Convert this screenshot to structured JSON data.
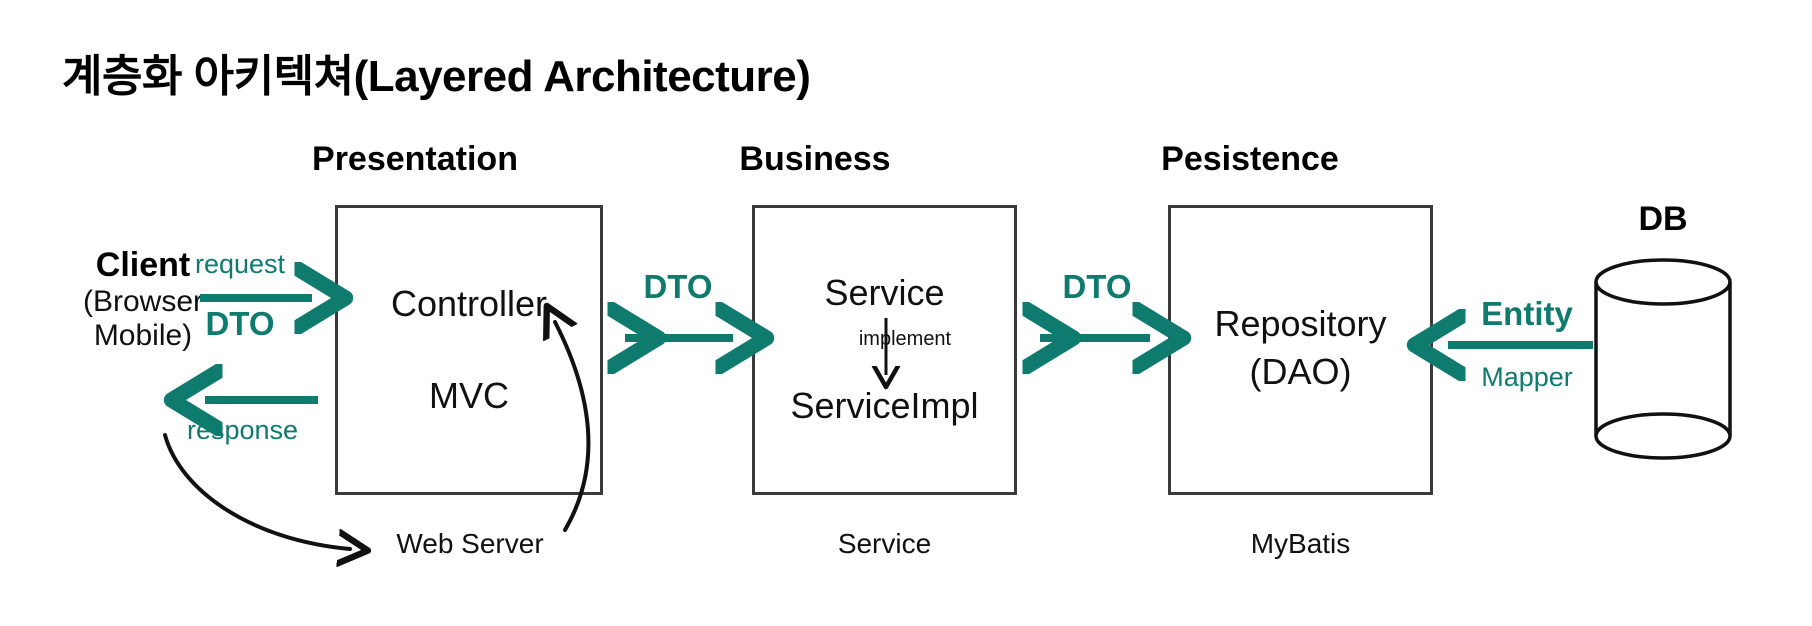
{
  "page": {
    "title": "계층화 아키텍쳐(Layered Architecture)",
    "background_color": "#ffffff",
    "accent_color": "#0f7a6e",
    "stroke_color": "#3a3a3a",
    "text_color": "#111111"
  },
  "client": {
    "name": "Client",
    "sub_line1": "(Browser",
    "sub_line2": "Mobile)"
  },
  "flows": {
    "request": "request",
    "client_dto": "DTO",
    "response": "response",
    "pres_business_dto": "DTO",
    "business_persist_dto": "DTO",
    "entity": "Entity",
    "mapper": "Mapper"
  },
  "layers": [
    {
      "id": "presentation",
      "header": "Presentation",
      "lines": [
        "Controller",
        "MVC"
      ],
      "caption": "Web Server"
    },
    {
      "id": "business",
      "header": "Business",
      "lines": [
        "Service",
        "ServiceImpl"
      ],
      "relation": "implement",
      "caption": "Service"
    },
    {
      "id": "persistence",
      "header": "Pesistence",
      "lines": [
        "Repository",
        "(DAO)"
      ],
      "caption": "MyBatis"
    }
  ],
  "database": {
    "label": "DB"
  }
}
